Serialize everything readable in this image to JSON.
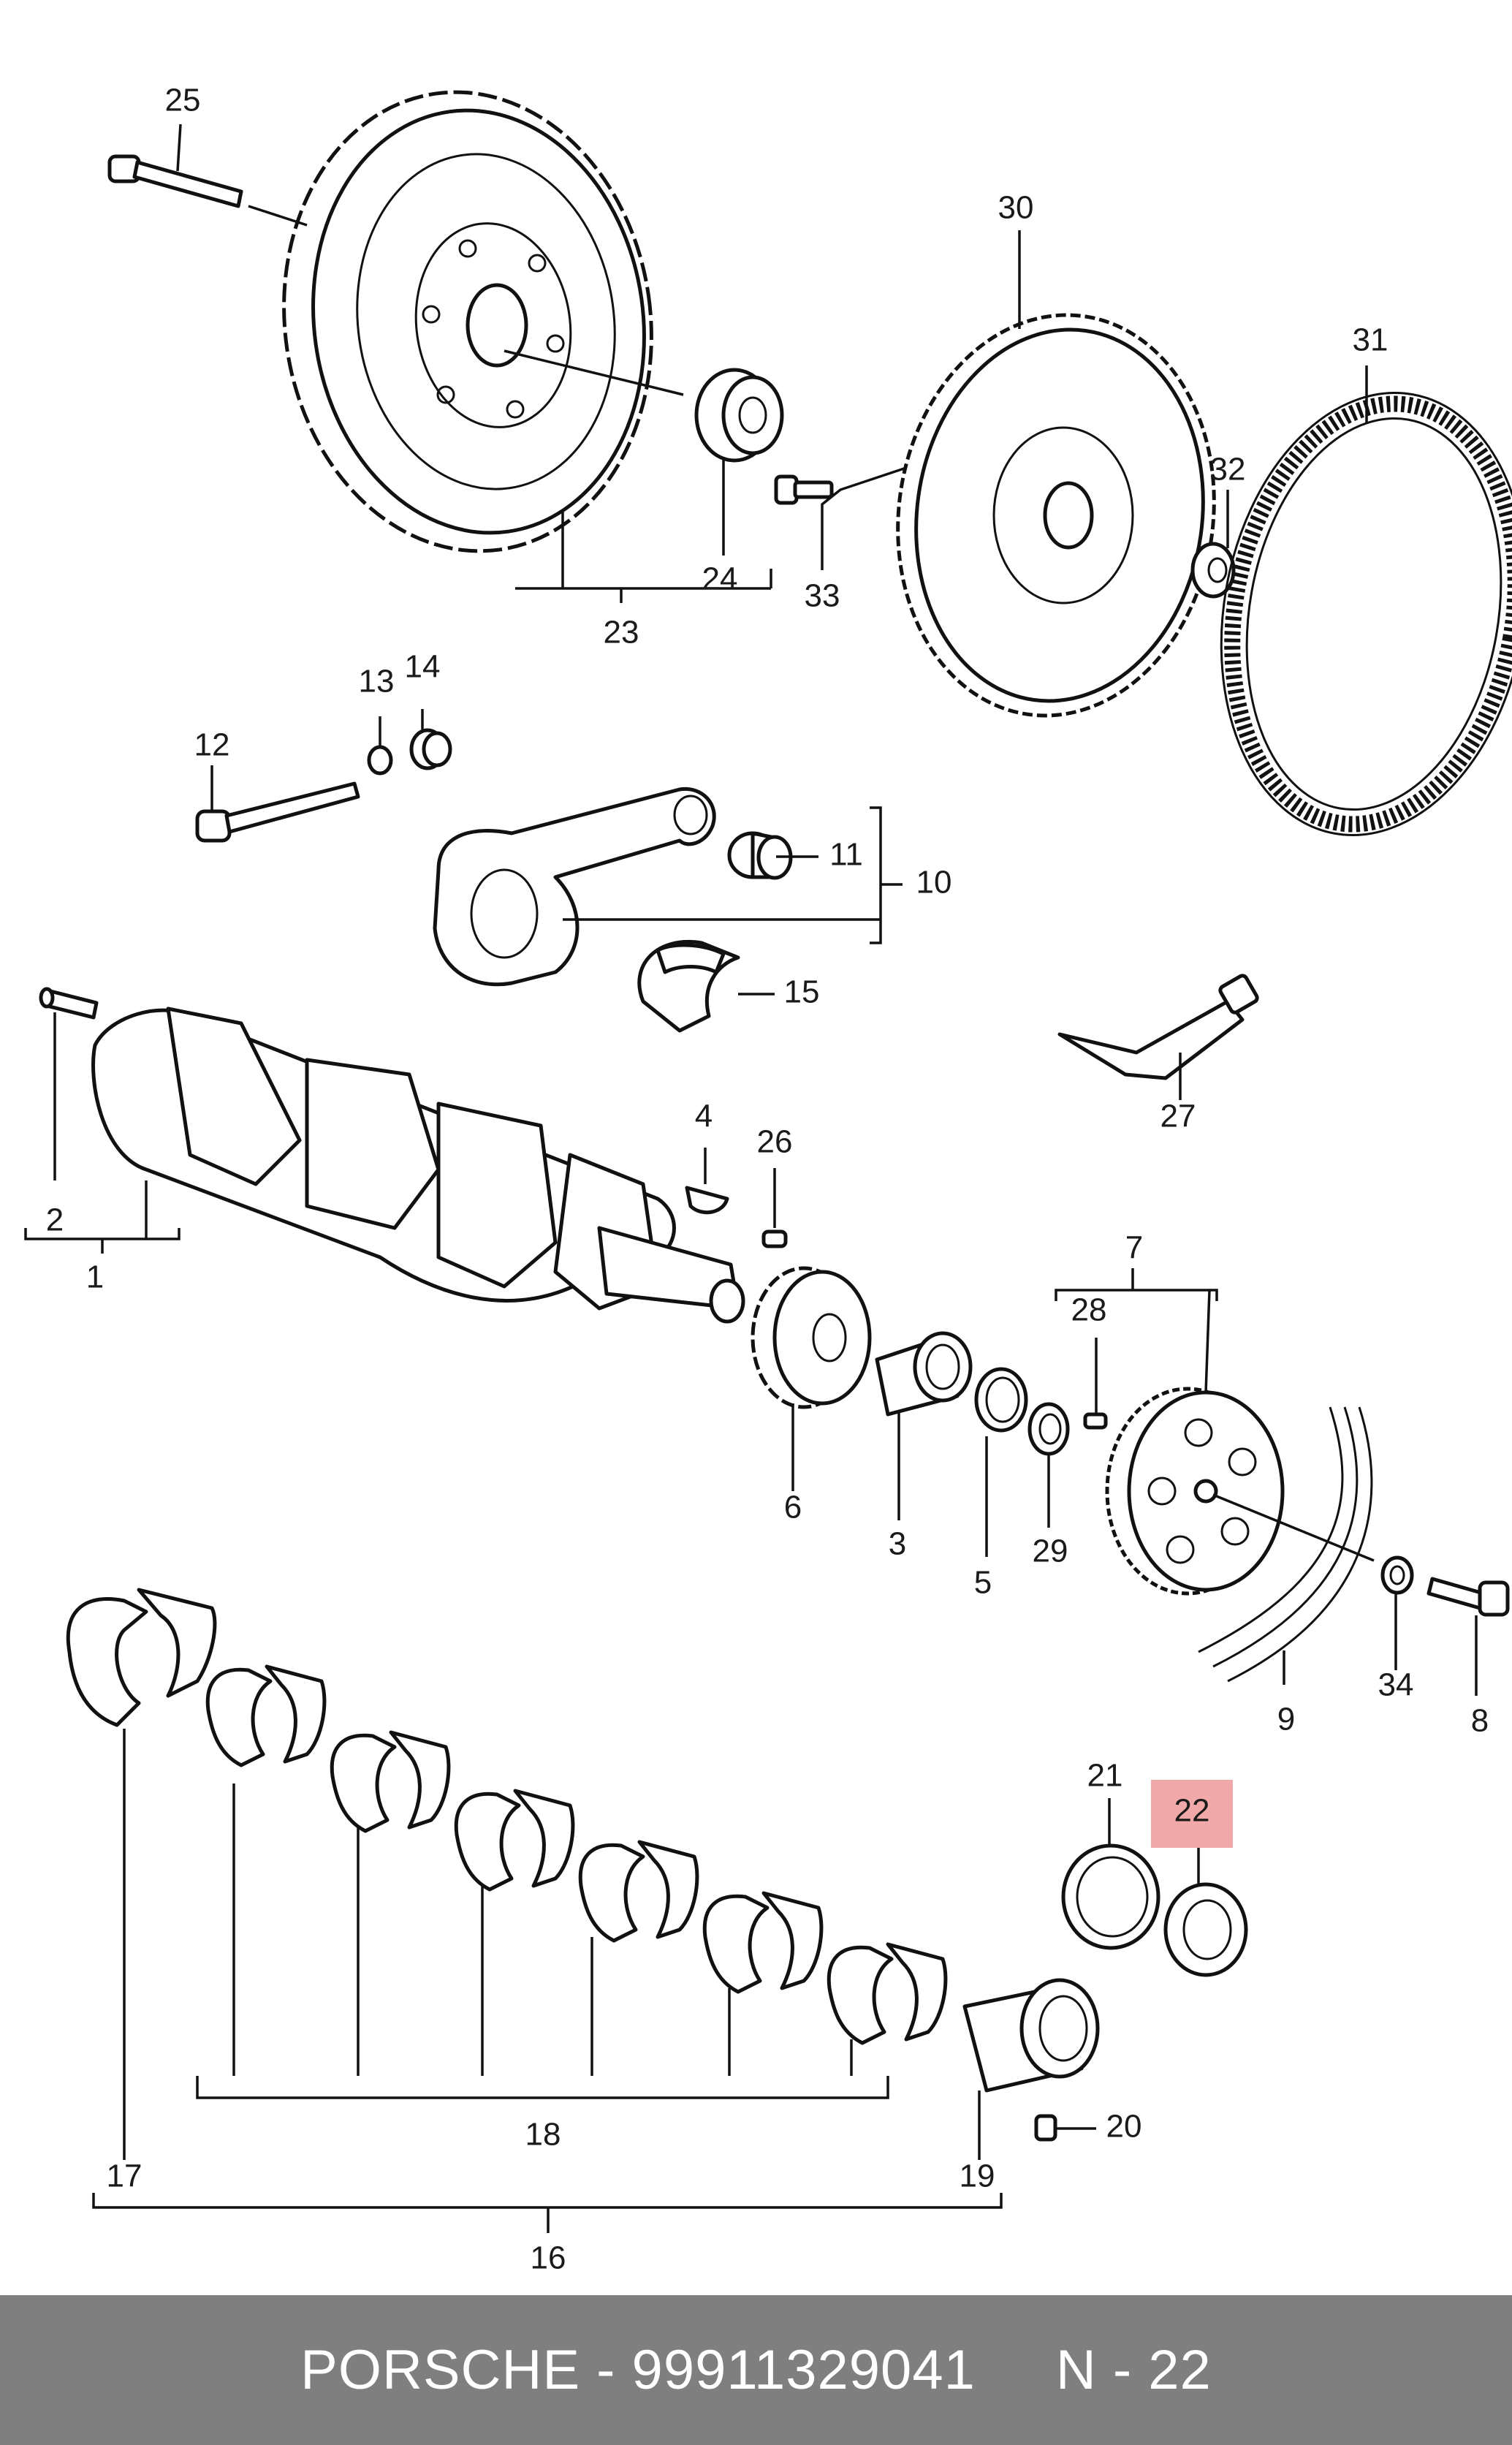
{
  "footer": {
    "brand_part": "PORSCHE - 99911329041",
    "position": "N - 22"
  },
  "highlight_color": "#f0a8a8",
  "callouts": {
    "c1": "1",
    "c2": "2",
    "c3": "3",
    "c4": "4",
    "c5": "5",
    "c6": "6",
    "c7": "7",
    "c8": "8",
    "c9": "9",
    "c10": "10",
    "c11": "11",
    "c12": "12",
    "c13": "13",
    "c14": "14",
    "c15": "15",
    "c16": "16",
    "c17": "17",
    "c18": "18",
    "c19": "19",
    "c20": "20",
    "c21": "21",
    "c22": "22",
    "c23": "23",
    "c24": "24",
    "c25": "25",
    "c26": "26",
    "c27": "27",
    "c28": "28",
    "c29": "29",
    "c30": "30",
    "c31": "31",
    "c32": "32",
    "c33": "33",
    "c34": "34"
  }
}
